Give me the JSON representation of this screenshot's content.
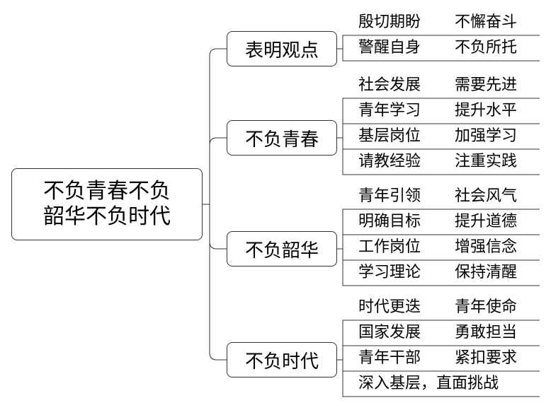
{
  "root": {
    "line1": "不负青春不负",
    "line2": "韶华不负时代"
  },
  "topics": [
    {
      "label": "表明观点",
      "items": [
        [
          "殷切期盼",
          "不懈奋斗"
        ],
        [
          "警醒自身",
          "不负所托"
        ]
      ]
    },
    {
      "label": "不负青春",
      "items": [
        [
          "社会发展",
          "需要先进"
        ],
        [
          "青年学习",
          "提升水平"
        ],
        [
          "基层岗位",
          "加强学习"
        ],
        [
          "请教经验",
          "注重实践"
        ]
      ]
    },
    {
      "label": "不负韶华",
      "items": [
        [
          "青年引领",
          "社会风气"
        ],
        [
          "明确目标",
          "提升道德"
        ],
        [
          "工作岗位",
          "增强信念"
        ],
        [
          "学习理论",
          "保持清醒"
        ]
      ]
    },
    {
      "label": "不负时代",
      "items": [
        [
          "时代更迭",
          "青年使命"
        ],
        [
          "国家发展",
          "勇敢担当"
        ],
        [
          "青年干部",
          "紧扣要求"
        ],
        [
          "深入基层，直面挑战"
        ]
      ]
    }
  ]
}
